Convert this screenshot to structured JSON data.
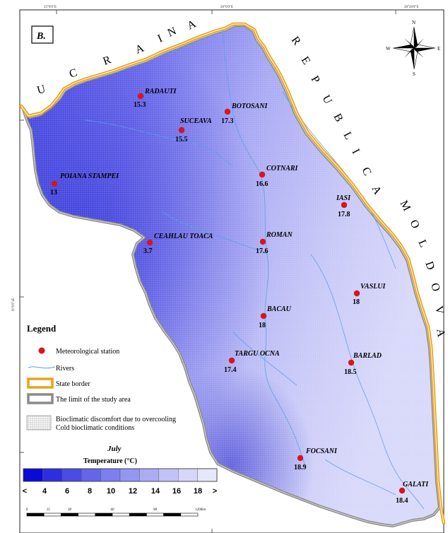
{
  "panel_label": "B.",
  "neighbors": {
    "ukraine": [
      "U",
      "C",
      "R",
      "A",
      "I",
      "N",
      "A"
    ],
    "moldova_top": [
      "R",
      "E",
      "P",
      "U",
      "B",
      "L",
      "I",
      "C",
      "A"
    ],
    "moldova_bottom": [
      "M",
      "O",
      "L",
      "D",
      "O",
      "V",
      "A"
    ]
  },
  "graticule": {
    "top": [
      "25°0'0\"E",
      "26°0'0\"E",
      "28°20'0\"E"
    ],
    "left": "N\"0'0°45"
  },
  "compass": {
    "n": "N",
    "s": "S",
    "e": "E",
    "w": "W"
  },
  "stations": [
    {
      "name": "RADAUTI",
      "value": "15.3"
    },
    {
      "name": "BOTOSANI",
      "value": "17.3"
    },
    {
      "name": "SUCEAVA",
      "value": "15.5"
    },
    {
      "name": "POIANA STAMPEI",
      "value": "13"
    },
    {
      "name": "COTNARI",
      "value": "16.6"
    },
    {
      "name": "IASI",
      "value": "17.8"
    },
    {
      "name": "CEAHLAU TOACA",
      "value": "3.7"
    },
    {
      "name": "ROMAN",
      "value": "17.6"
    },
    {
      "name": "VASLUI",
      "value": "18"
    },
    {
      "name": "BACAU",
      "value": "18"
    },
    {
      "name": "TARGU OCNA",
      "value": "17.4"
    },
    {
      "name": "BARLAD",
      "value": "18.5"
    },
    {
      "name": "FOCSANI",
      "value": "18.9"
    },
    {
      "name": "GALATI",
      "value": "18.4"
    }
  ],
  "legend": {
    "title": "Legend",
    "items": {
      "station": "Meteorological station",
      "rivers": "Rivers",
      "border": "State border",
      "limit": "The limit of the study area",
      "discomfort_1": "Bioclimatic discomfort due to overcooling",
      "discomfort_2": "Cold bioclimatic conditions"
    }
  },
  "colorbar": {
    "title": "July",
    "subtitle": "Temperature (°C)",
    "labels": [
      "<",
      "4",
      "6",
      "8",
      "10",
      "12",
      "14",
      "16",
      "18",
      ">"
    ],
    "colors": [
      "#0a0ad6",
      "#2e2ee0",
      "#4b4be6",
      "#6565ea",
      "#7e7eee",
      "#9595f2",
      "#acacf5",
      "#c2c2f8",
      "#d6d6fa",
      "#e7e7fc"
    ]
  },
  "scale_bar": {
    "ticks": [
      "0",
      "15",
      "30",
      "60",
      "90",
      "120"
    ],
    "unit": "Km"
  },
  "colors": {
    "state_border": "#e8a31c",
    "study_limit": "#8a8a8a",
    "station_dot": "#d8141c",
    "river": "#5aa0e6"
  }
}
